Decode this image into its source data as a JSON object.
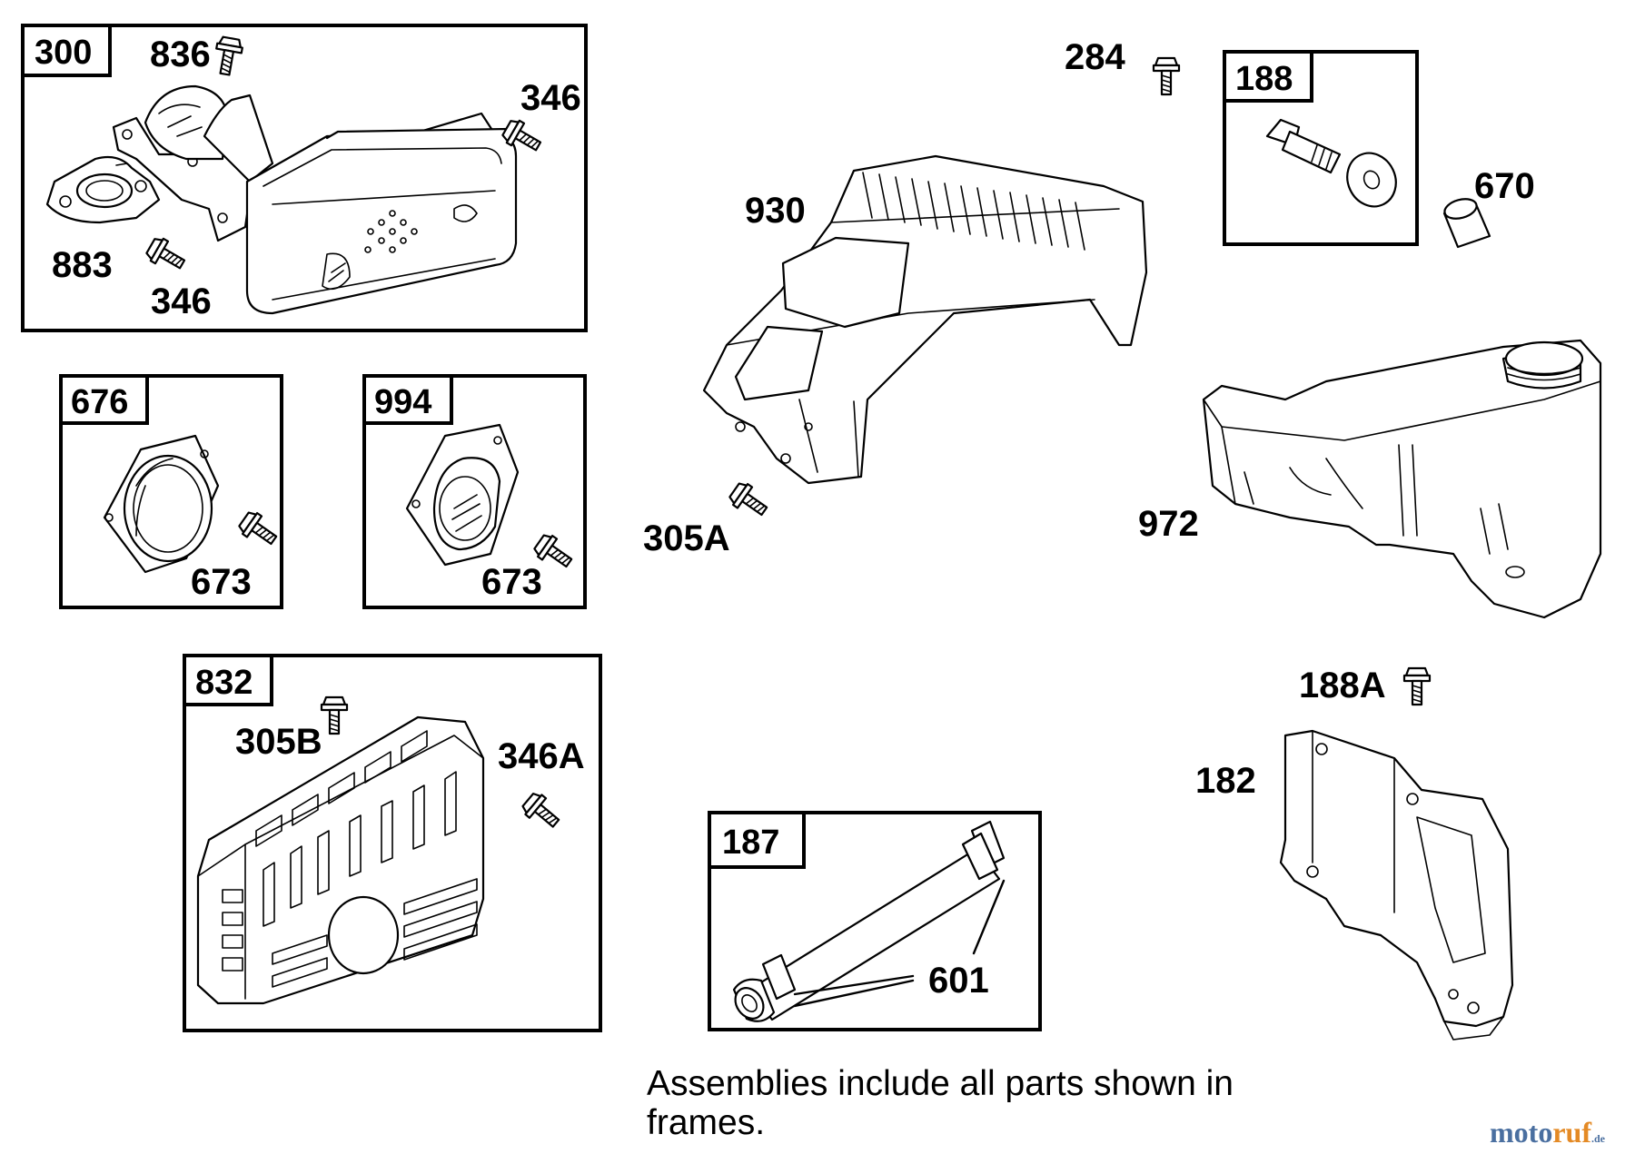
{
  "frames": {
    "f300": "300",
    "f676": "676",
    "f994": "994",
    "f832": "832",
    "f188": "188",
    "f187": "187"
  },
  "parts": {
    "p836": "836",
    "p346a": "346",
    "p883": "883",
    "p346b": "346",
    "p673a": "673",
    "p673b": "673",
    "p305B": "305B",
    "p346A": "346A",
    "p284": "284",
    "p930": "930",
    "p305A": "305A",
    "p670": "670",
    "p972": "972",
    "p188A": "188A",
    "p182": "182",
    "p601": "601"
  },
  "note": "Assemblies include all parts shown in frames.",
  "watermark": {
    "part1": "moto",
    "part2": "ruf",
    "part3": ".de"
  }
}
